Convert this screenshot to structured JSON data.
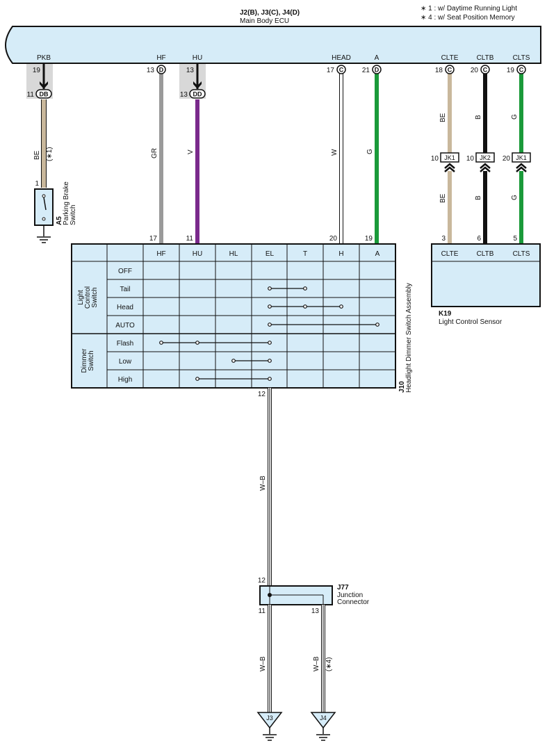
{
  "notes": [
    "∗ 1 : w/ Daytime Running Light",
    "∗ 4 : w/ Seat Position Memory"
  ],
  "ecu": {
    "connectors": "J2(B), J3(C), J4(D)",
    "name": "Main Body ECU",
    "pins": [
      {
        "label": "PKB",
        "num": "19"
      },
      {
        "label": "HF",
        "num": "13",
        "conn": "D"
      },
      {
        "label": "HU",
        "num": "13"
      },
      {
        "label": "HEAD",
        "num": "17",
        "conn": "C"
      },
      {
        "label": "A",
        "num": "21",
        "conn": "D"
      },
      {
        "label": "CLTE",
        "num": "18",
        "conn": "C"
      },
      {
        "label": "CLTB",
        "num": "20",
        "conn": "C"
      },
      {
        "label": "CLTS",
        "num": "19",
        "conn": "C"
      }
    ]
  },
  "colors": {
    "ecu_fill": "#d6ecf8",
    "connector_gray": "#d8d8d8",
    "wire_BE": "#c9b89c",
    "wire_GR": "#9a9a9a",
    "wire_V": "#7a2a8c",
    "wire_W": "#ffffff",
    "wire_G": "#1a9a3a",
    "wire_B": "#111111"
  },
  "inline_connectors": {
    "pkb": {
      "num": "11",
      "conn": "DB"
    },
    "hu": {
      "num": "13",
      "conn": "DD"
    }
  },
  "wires": {
    "pkb": {
      "color": "BE",
      "note": "(∗1)"
    },
    "hf": {
      "color": "GR"
    },
    "hu": {
      "color": "V"
    },
    "head": {
      "color": "W"
    },
    "a": {
      "color": "G"
    },
    "clte": {
      "upper": "BE",
      "lower": "BE"
    },
    "cltb": {
      "upper": "B",
      "lower": "B"
    },
    "clts": {
      "upper": "G",
      "lower": "G"
    },
    "ground_main": {
      "color": "W–B"
    },
    "j3": {
      "color": "W–B"
    },
    "j4": {
      "color": "W–B",
      "note": "(∗4)"
    }
  },
  "jk": [
    {
      "num": "10",
      "label": "JK1"
    },
    {
      "num": "10",
      "label": "JK2"
    },
    {
      "num": "20",
      "label": "JK1"
    }
  ],
  "parking_brake": {
    "id": "A5",
    "name1": "Parking Brake",
    "name2": "Switch",
    "pin": "1"
  },
  "headlight_switch": {
    "id": "J10",
    "name": "Headlight Dimmer Switch Assembly",
    "pin_nums": [
      "17",
      "11",
      "20",
      "19"
    ],
    "ground_pin": "12",
    "columns": [
      "HF",
      "HU",
      "HL",
      "EL",
      "T",
      "H",
      "A"
    ],
    "group_light": [
      "Light",
      "Control",
      "Switch"
    ],
    "group_dimmer": [
      "Dimmer",
      "Switch"
    ],
    "rows": [
      "OFF",
      "Tail",
      "Head",
      "AUTO",
      "Flash",
      "Low",
      "High"
    ]
  },
  "light_sensor": {
    "id": "K19",
    "name": "Light Control Sensor",
    "pins": [
      {
        "num": "3",
        "label": "CLTE"
      },
      {
        "num": "6",
        "label": "CLTB"
      },
      {
        "num": "5",
        "label": "CLTS"
      }
    ]
  },
  "junction": {
    "id": "J77",
    "name1": "Junction",
    "name2": "Connector",
    "pin_in": "12",
    "pin_out1": "11",
    "pin_out2": "13"
  },
  "grounds": {
    "g1": "J3",
    "g2": "J4"
  }
}
